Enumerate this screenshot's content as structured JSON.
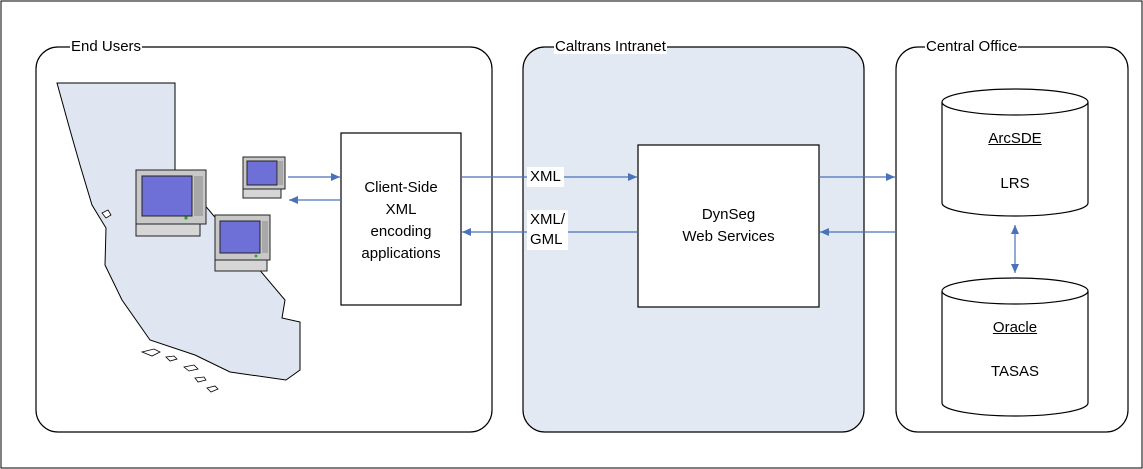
{
  "groups": {
    "end_users": "End Users",
    "caltrans_intranet": "Caltrans Intranet",
    "central_office": "Central Office"
  },
  "client_box": {
    "line1": "Client-Side",
    "line2": "XML",
    "line3": "encoding",
    "line4": "applications"
  },
  "service_box": {
    "line1": "DynSeg",
    "line2": "Web Services"
  },
  "arrows": {
    "request": "XML",
    "response_line1": "XML/",
    "response_line2": "GML"
  },
  "databases": [
    {
      "name": "ArcSDE",
      "content": "LRS"
    },
    {
      "name": "Oracle",
      "content": "TASAS"
    }
  ],
  "colors": {
    "arrow": "#4a72b8",
    "intranet_fill": "#e3e9f3",
    "border": "#000000",
    "screen": "#6f6fd8"
  }
}
